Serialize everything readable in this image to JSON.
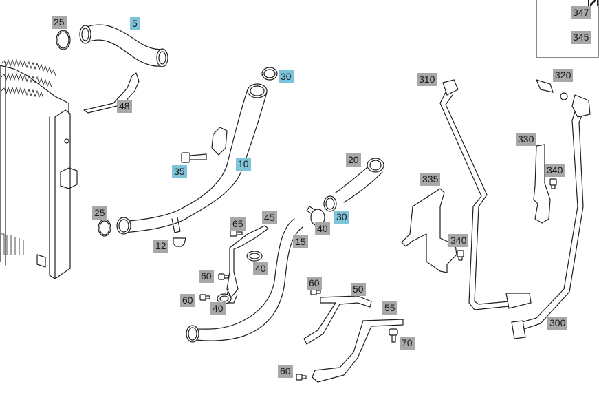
{
  "colors": {
    "label_bg": "#a8a8a8",
    "label_highlight_bg": "#7ec3d9",
    "line": "#1e1e1e"
  },
  "legend": {
    "items": [
      {
        "id": "legend-347",
        "label": "347",
        "icon": "bolt-icon"
      },
      {
        "id": "legend-345",
        "label": "345",
        "icon": "clip-icon"
      }
    ],
    "corner_icon": "edit-icon"
  },
  "callouts": [
    {
      "id": "c25a",
      "label": "25",
      "highlight": false
    },
    {
      "id": "c5",
      "label": "5",
      "highlight": true
    },
    {
      "id": "c30a",
      "label": "30",
      "highlight": true
    },
    {
      "id": "c48",
      "label": "48",
      "highlight": false
    },
    {
      "id": "c35",
      "label": "35",
      "highlight": true
    },
    {
      "id": "c10",
      "label": "10",
      "highlight": true
    },
    {
      "id": "c20",
      "label": "20",
      "highlight": false
    },
    {
      "id": "c25b",
      "label": "25",
      "highlight": false
    },
    {
      "id": "c65",
      "label": "65",
      "highlight": false
    },
    {
      "id": "c45",
      "label": "45",
      "highlight": false
    },
    {
      "id": "c30b",
      "label": "30",
      "highlight": true
    },
    {
      "id": "c40a",
      "label": "40",
      "highlight": false
    },
    {
      "id": "c15",
      "label": "15",
      "highlight": false
    },
    {
      "id": "c12",
      "label": "12",
      "highlight": false
    },
    {
      "id": "c40b",
      "label": "40",
      "highlight": false
    },
    {
      "id": "c60a",
      "label": "60",
      "highlight": false
    },
    {
      "id": "c60b",
      "label": "60",
      "highlight": false
    },
    {
      "id": "c40c",
      "label": "40",
      "highlight": false
    },
    {
      "id": "c60c",
      "label": "60",
      "highlight": false
    },
    {
      "id": "c50",
      "label": "50",
      "highlight": false
    },
    {
      "id": "c55",
      "label": "55",
      "highlight": false
    },
    {
      "id": "c70",
      "label": "70",
      "highlight": false
    },
    {
      "id": "c60d",
      "label": "60",
      "highlight": false
    },
    {
      "id": "c310",
      "label": "310",
      "highlight": false
    },
    {
      "id": "c320",
      "label": "320",
      "highlight": false
    },
    {
      "id": "c330",
      "label": "330",
      "highlight": false
    },
    {
      "id": "c340a",
      "label": "340",
      "highlight": false
    },
    {
      "id": "c335",
      "label": "335",
      "highlight": false
    },
    {
      "id": "c340b",
      "label": "340",
      "highlight": false
    },
    {
      "id": "c300",
      "label": "300",
      "highlight": false
    }
  ]
}
